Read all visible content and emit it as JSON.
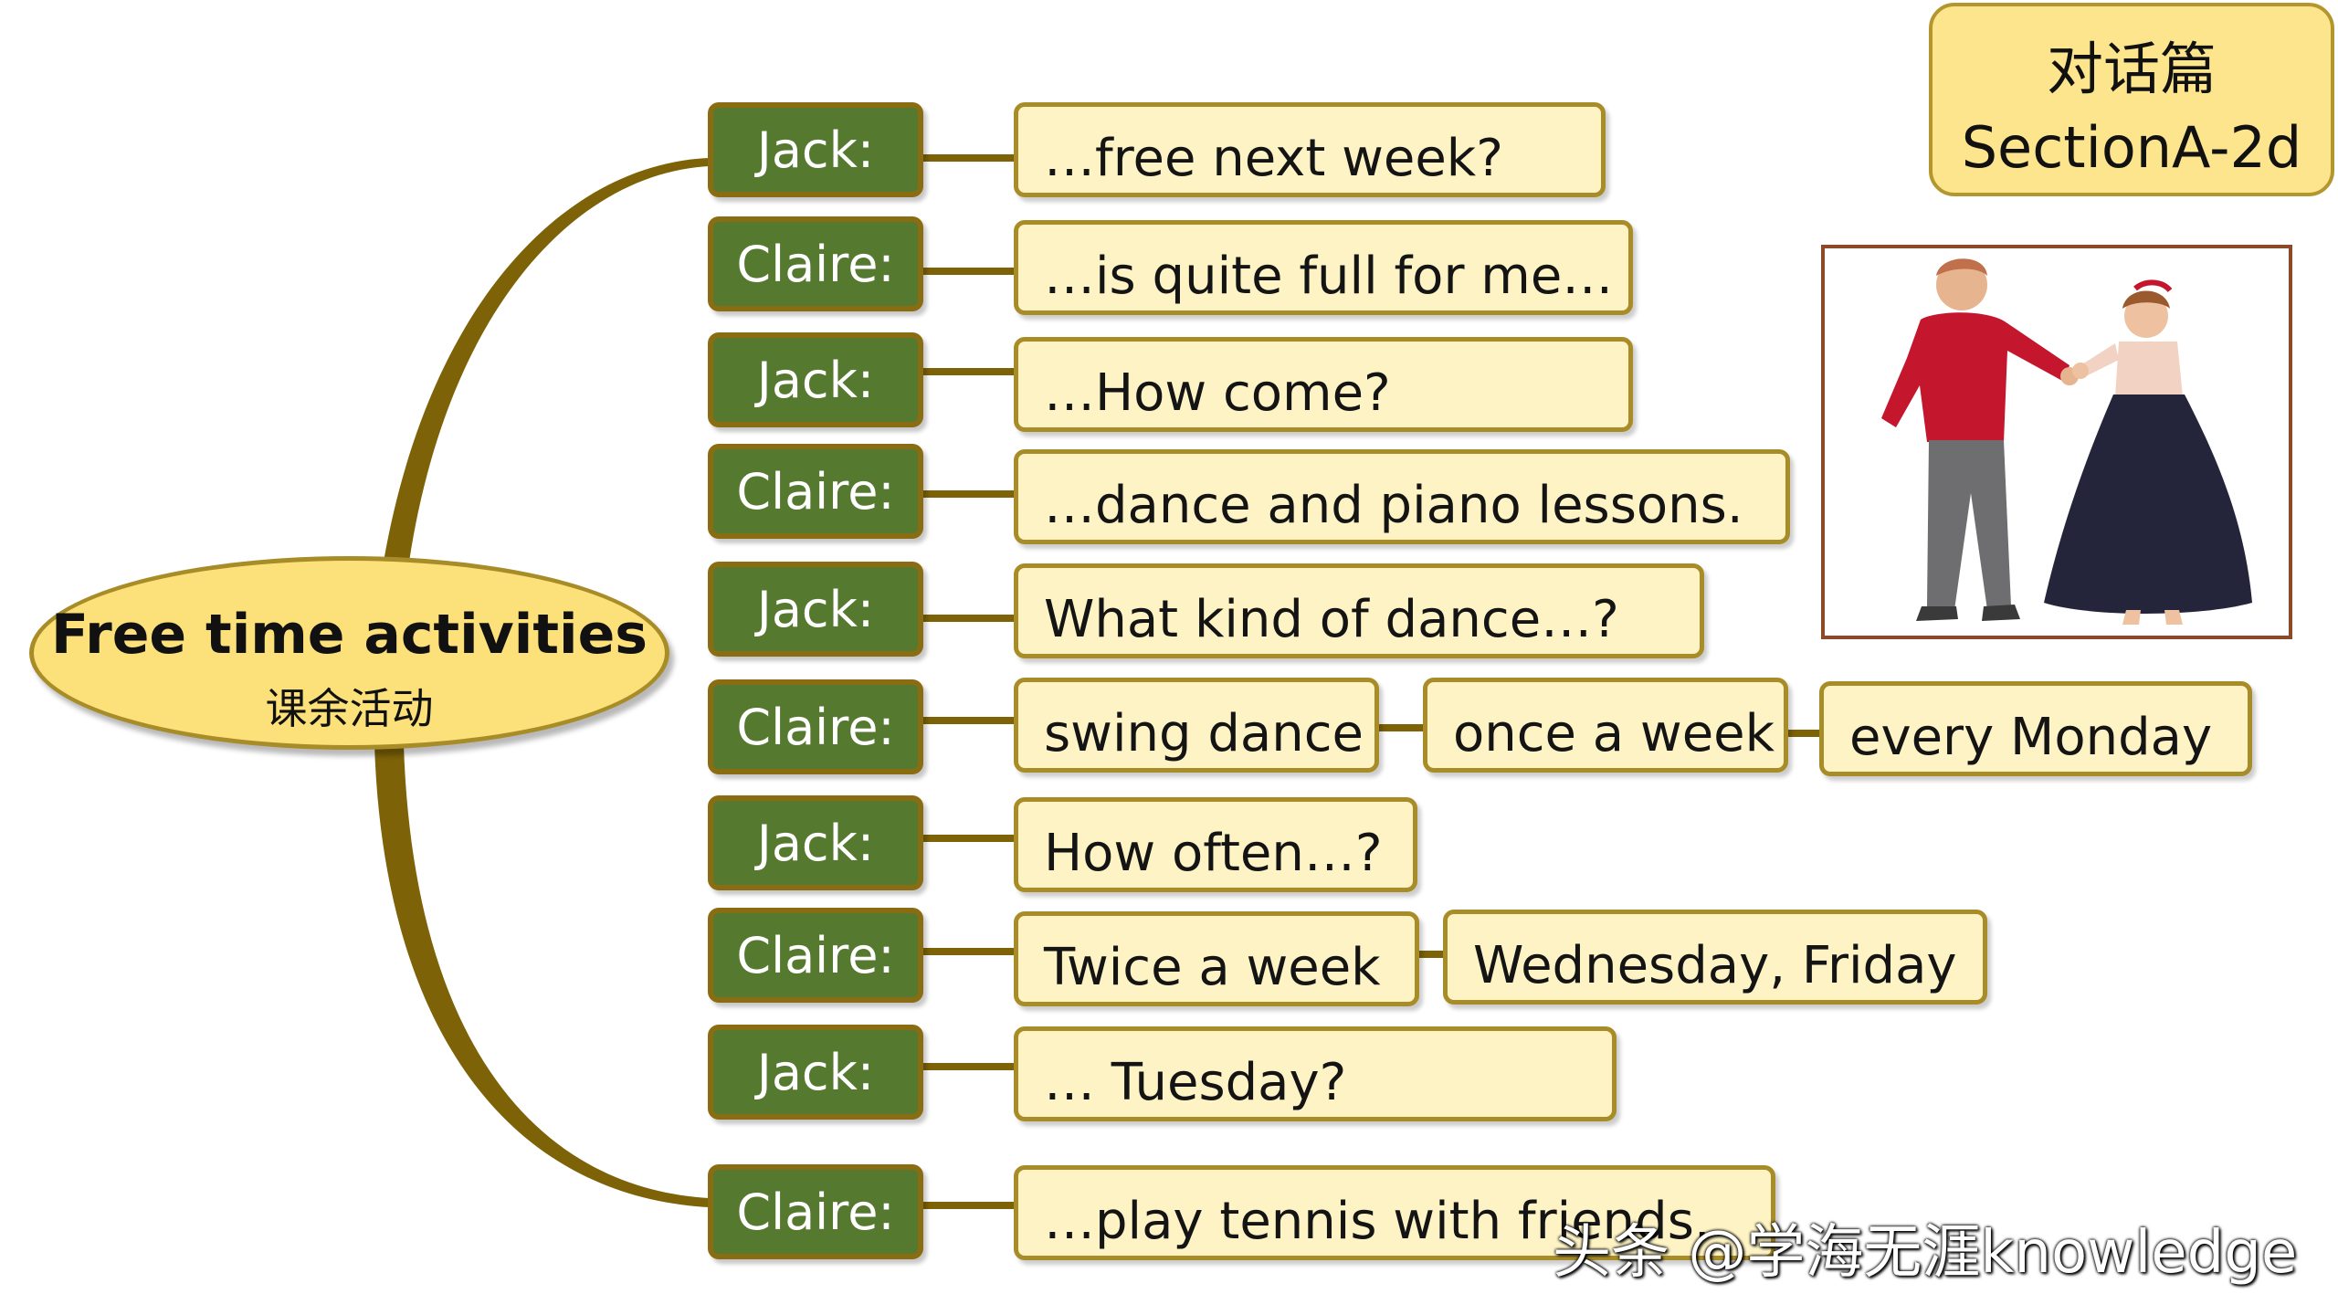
{
  "center": {
    "title": "Free time activities",
    "subtitle": "课余活动"
  },
  "section_tag": {
    "line1": "对话篇",
    "line2": "SectionA-2d"
  },
  "rows": [
    {
      "speaker": "Jack:",
      "lines": [
        "…free next week?"
      ]
    },
    {
      "speaker": "Claire:",
      "lines": [
        "…is quite full for me…"
      ]
    },
    {
      "speaker": "Jack:",
      "lines": [
        "…How come?"
      ]
    },
    {
      "speaker": "Claire:",
      "lines": [
        "…dance and piano lessons."
      ]
    },
    {
      "speaker": "Jack:",
      "lines": [
        "What kind of dance…?"
      ]
    },
    {
      "speaker": "Claire:",
      "lines": [
        "swing dance",
        "once a week",
        "every Monday"
      ]
    },
    {
      "speaker": "Jack:",
      "lines": [
        "How often…?"
      ]
    },
    {
      "speaker": "Claire:",
      "lines": [
        "Twice a week",
        "Wednesday, Friday"
      ]
    },
    {
      "speaker": "Jack:",
      "lines": [
        "… Tuesday?"
      ]
    },
    {
      "speaker": "Claire:",
      "lines": [
        "…play tennis with friends."
      ]
    }
  ],
  "watermark": "头条 @学海无涯knowledge",
  "colors": {
    "speaker_fill": "#54792f",
    "bubble_fill": "#fdf3c4",
    "center_fill": "#fce07a",
    "branch": "#7d6207"
  }
}
